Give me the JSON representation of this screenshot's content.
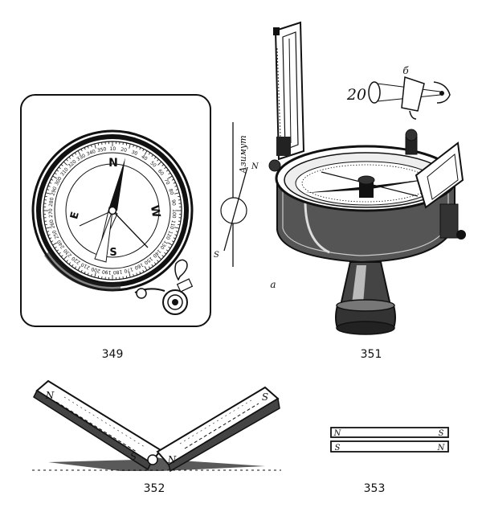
{
  "figures": {
    "fig349": {
      "number": "349",
      "dial": {
        "north": "N",
        "south": "S",
        "east": "E",
        "west": "W"
      },
      "scale_numbers": [
        "350",
        "10",
        "20",
        "30",
        "40",
        "50",
        "60",
        "70",
        "80",
        "90",
        "100",
        "110",
        "120",
        "130",
        "140",
        "150",
        "160",
        "170",
        "180",
        "190",
        "200",
        "210",
        "220",
        "230",
        "240",
        "250",
        "260",
        "270",
        "280",
        "290",
        "300",
        "310",
        "320",
        "330",
        "340"
      ],
      "azimuth_label": "Азимут",
      "azimuth_north": "N",
      "azimuth_south": "S"
    },
    "fig351": {
      "number": "351",
      "part_a": "а",
      "part_b": "б",
      "sight_number": "20"
    },
    "fig352": {
      "number": "352",
      "left_magnet": {
        "end_top": "N",
        "end_bottom": "S"
      },
      "right_magnet": {
        "end_bottom": "N",
        "end_top": "S"
      }
    },
    "fig353": {
      "number": "353",
      "magnet_top": {
        "left": "N",
        "right": "S"
      },
      "magnet_bottom": {
        "left": "S",
        "right": "N"
      }
    }
  }
}
